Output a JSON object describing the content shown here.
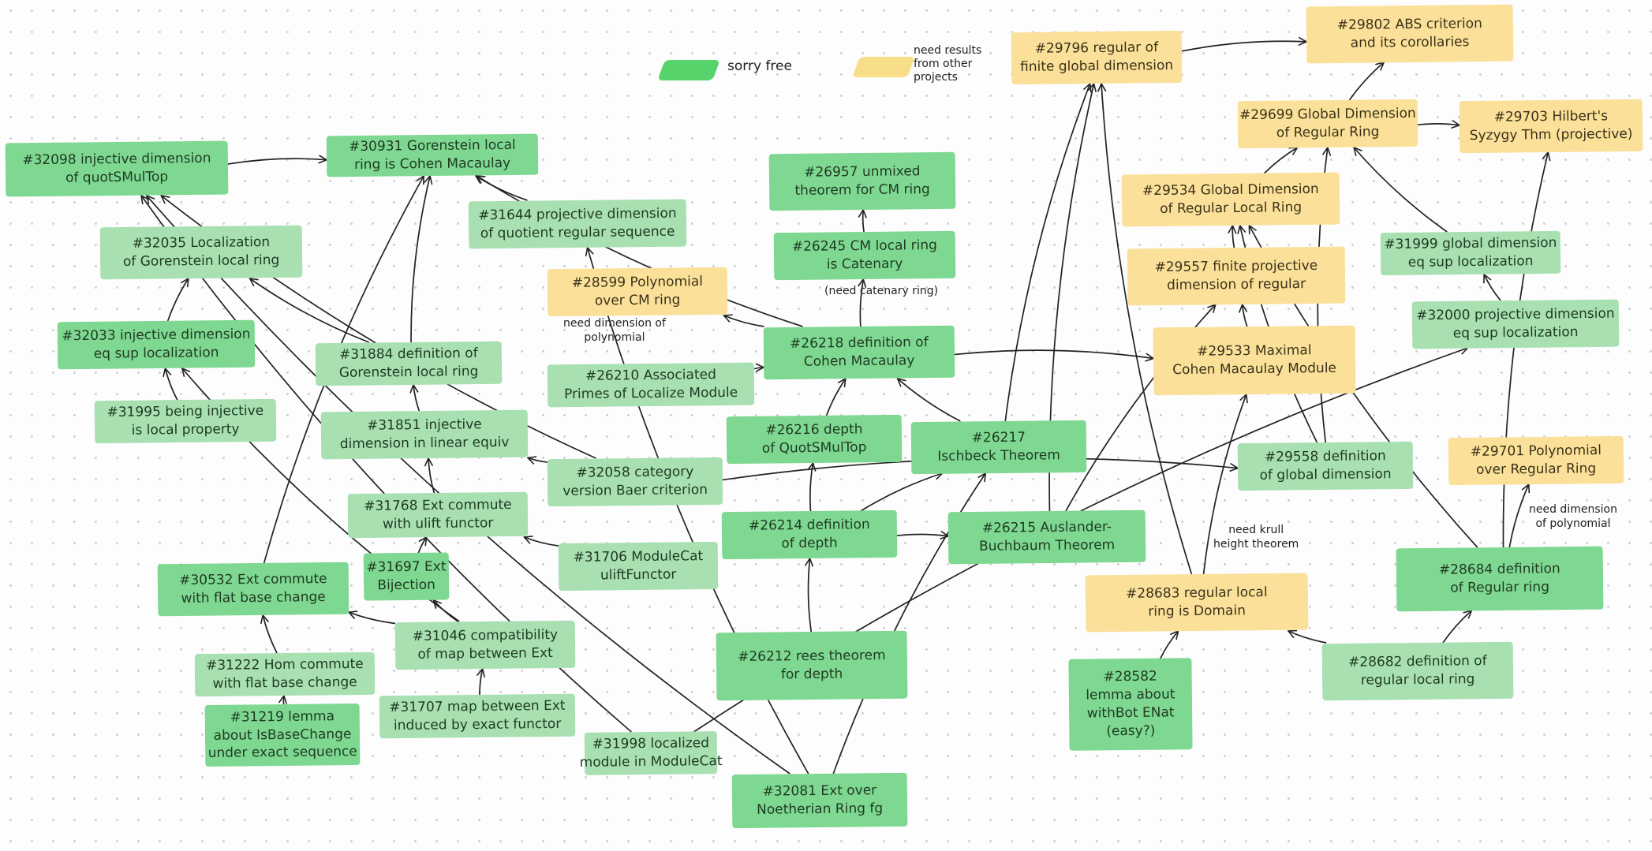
{
  "legend": {
    "sorry_free": {
      "label": "sorry free",
      "color": "#56d36a"
    },
    "need_results": {
      "label_lines": [
        "need results",
        "from other",
        "projects"
      ],
      "color": "#f8de88"
    }
  },
  "nodes": [
    {
      "id": "32098",
      "lines": [
        "#32098 injective dimension",
        "of quotSMulTop"
      ],
      "status": "green"
    },
    {
      "id": "30931",
      "lines": [
        "#30931 Gorenstein local",
        "ring is Cohen Macaulay"
      ],
      "status": "green"
    },
    {
      "id": "32035",
      "lines": [
        "#32035 Localization",
        "of Gorenstein local ring"
      ],
      "status": "light"
    },
    {
      "id": "31644",
      "lines": [
        "#31644 projective dimension",
        "of quotient regular sequence"
      ],
      "status": "light"
    },
    {
      "id": "32033",
      "lines": [
        "#32033 injective dimension",
        "eq sup localization"
      ],
      "status": "green"
    },
    {
      "id": "31884",
      "lines": [
        "#31884 definition of",
        "Gorenstein local ring"
      ],
      "status": "light"
    },
    {
      "id": "31995",
      "lines": [
        "#31995 being injective",
        "is local property"
      ],
      "status": "light"
    },
    {
      "id": "31851",
      "lines": [
        "#31851 injective",
        "dimension in linear equiv"
      ],
      "status": "light"
    },
    {
      "id": "31768",
      "lines": [
        "#31768 Ext commute",
        "with ulift functor"
      ],
      "status": "light"
    },
    {
      "id": "31697",
      "lines": [
        "#31697 Ext",
        "Bijection"
      ],
      "status": "green"
    },
    {
      "id": "30532",
      "lines": [
        "#30532 Ext commute",
        "with flat base change"
      ],
      "status": "green"
    },
    {
      "id": "31706",
      "lines": [
        "#31706 ModuleCat",
        "uliftFunctor"
      ],
      "status": "light"
    },
    {
      "id": "31046",
      "lines": [
        "#31046 compatibility",
        "of map between Ext"
      ],
      "status": "light"
    },
    {
      "id": "31222",
      "lines": [
        "#31222 Hom commute",
        "with flat base change"
      ],
      "status": "light"
    },
    {
      "id": "31219",
      "lines": [
        "#31219 lemma",
        "about IsBaseChange",
        "under exact sequence"
      ],
      "status": "green"
    },
    {
      "id": "31707",
      "lines": [
        "#31707 map between Ext",
        "induced by exact functor"
      ],
      "status": "light"
    },
    {
      "id": "31998",
      "lines": [
        "#31998 localized",
        "module in ModuleCat"
      ],
      "status": "light"
    },
    {
      "id": "32081",
      "lines": [
        "#32081 Ext over",
        "Noetherian Ring fg"
      ],
      "status": "green"
    },
    {
      "id": "28599",
      "lines": [
        "#28599 Polynomial",
        "over CM ring"
      ],
      "status": "yellow"
    },
    {
      "id": "26210",
      "lines": [
        "#26210 Associated",
        "Primes of Localize Module"
      ],
      "status": "light"
    },
    {
      "id": "32058",
      "lines": [
        "#32058 category",
        "version Baer criterion"
      ],
      "status": "light"
    },
    {
      "id": "26957",
      "lines": [
        "#26957 unmixed",
        "theorem for CM ring"
      ],
      "status": "green"
    },
    {
      "id": "26245",
      "lines": [
        "#26245 CM local ring",
        "is Catenary"
      ],
      "status": "green"
    },
    {
      "id": "26218",
      "lines": [
        "#26218 definition of",
        "Cohen Macaulay"
      ],
      "status": "green"
    },
    {
      "id": "26216",
      "lines": [
        "#26216 depth",
        "of QuotSMulTop"
      ],
      "status": "green"
    },
    {
      "id": "26217",
      "lines": [
        "#26217",
        "Ischbeck Theorem"
      ],
      "status": "green"
    },
    {
      "id": "26214",
      "lines": [
        "#26214 definition",
        "of depth"
      ],
      "status": "green"
    },
    {
      "id": "26215",
      "lines": [
        "#26215 Auslander-",
        "Buchbaum Theorem"
      ],
      "status": "green"
    },
    {
      "id": "26212",
      "lines": [
        "#26212 rees theorem",
        "for depth"
      ],
      "status": "green"
    },
    {
      "id": "29796",
      "lines": [
        "#29796 regular of",
        "finite global dimension"
      ],
      "status": "yellow"
    },
    {
      "id": "29802",
      "lines": [
        "#29802 ABS criterion",
        "and its corollaries"
      ],
      "status": "yellow"
    },
    {
      "id": "29699",
      "lines": [
        "#29699 Global Dimension",
        "of Regular Ring"
      ],
      "status": "yellow"
    },
    {
      "id": "29703",
      "lines": [
        "#29703 Hilbert's",
        "Syzygy Thm (projective)"
      ],
      "status": "yellow"
    },
    {
      "id": "29534",
      "lines": [
        "#29534 Global Dimension",
        "of Regular Local Ring"
      ],
      "status": "yellow"
    },
    {
      "id": "31999",
      "lines": [
        "#31999 global dimension",
        "eq sup localization"
      ],
      "status": "light"
    },
    {
      "id": "29557",
      "lines": [
        "#29557 finite projective",
        "dimension of regular"
      ],
      "status": "yellow"
    },
    {
      "id": "32000",
      "lines": [
        "#32000 projective dimension",
        "eq sup localization"
      ],
      "status": "light"
    },
    {
      "id": "29533",
      "lines": [
        "#29533 Maximal",
        "Cohen Macaulay Module"
      ],
      "status": "yellow"
    },
    {
      "id": "29558",
      "lines": [
        "#29558 definition",
        "of global dimension"
      ],
      "status": "light"
    },
    {
      "id": "29701",
      "lines": [
        "#29701 Polynomial",
        "over Regular Ring"
      ],
      "status": "yellow"
    },
    {
      "id": "28684",
      "lines": [
        "#28684 definition",
        "of Regular ring"
      ],
      "status": "green"
    },
    {
      "id": "28683",
      "lines": [
        "#28683 regular local",
        "ring is Domain"
      ],
      "status": "yellow"
    },
    {
      "id": "28582",
      "lines": [
        "#28582",
        "lemma about",
        "withBot ENat",
        "(easy?)"
      ],
      "status": "green"
    },
    {
      "id": "28682",
      "lines": [
        "#28682 definition of",
        "regular local ring"
      ],
      "status": "light"
    }
  ],
  "notes": [
    {
      "id": "note-28599",
      "lines": [
        "need dimension of",
        "polynomial"
      ]
    },
    {
      "id": "note-26245",
      "lines": [
        "(need catenary ring)"
      ]
    },
    {
      "id": "note-29701",
      "lines": [
        "need dimension",
        "of polynomial"
      ]
    },
    {
      "id": "note-28683",
      "lines": [
        "need krull",
        "height theorem"
      ]
    }
  ],
  "edges": [
    [
      "32098",
      "30931"
    ],
    [
      "32058",
      "32098"
    ],
    [
      "31644",
      "30931"
    ],
    [
      "31884",
      "30931"
    ],
    [
      "30532",
      "30931"
    ],
    [
      "32033",
      "32035"
    ],
    [
      "31884",
      "32035"
    ],
    [
      "31995",
      "32033"
    ],
    [
      "31851",
      "31884"
    ],
    [
      "32058",
      "31851"
    ],
    [
      "31768",
      "31851"
    ],
    [
      "31697",
      "31768"
    ],
    [
      "31706",
      "31768"
    ],
    [
      "31046",
      "31697"
    ],
    [
      "31046",
      "30532"
    ],
    [
      "31222",
      "30532"
    ],
    [
      "31219",
      "31222"
    ],
    [
      "31707",
      "31046"
    ],
    [
      "26218",
      "30931"
    ],
    [
      "32081",
      "31644"
    ],
    [
      "31998",
      "32098"
    ],
    [
      "32081",
      "32098"
    ],
    [
      "31046",
      "32033"
    ],
    [
      "26218",
      "28599"
    ],
    [
      "26210",
      "26218"
    ],
    [
      "26218",
      "26245"
    ],
    [
      "26245",
      "26957"
    ],
    [
      "26216",
      "26218"
    ],
    [
      "26217",
      "26218"
    ],
    [
      "26214",
      "26216"
    ],
    [
      "26214",
      "26217"
    ],
    [
      "26214",
      "26215"
    ],
    [
      "26212",
      "26214"
    ],
    [
      "32081",
      "26217"
    ],
    [
      "32058",
      "29558"
    ],
    [
      "26218",
      "29533"
    ],
    [
      "29796",
      "29802"
    ],
    [
      "29699",
      "29802"
    ],
    [
      "29699",
      "29703"
    ],
    [
      "29534",
      "29699"
    ],
    [
      "29557",
      "29534"
    ],
    [
      "29533",
      "29557"
    ],
    [
      "31999",
      "29699"
    ],
    [
      "32000",
      "31999"
    ],
    [
      "29558",
      "29699"
    ],
    [
      "29558",
      "29534"
    ],
    [
      "26217",
      "29796"
    ],
    [
      "26215",
      "29796"
    ],
    [
      "28683",
      "29796"
    ],
    [
      "28683",
      "29533"
    ],
    [
      "26215",
      "29557"
    ],
    [
      "28582",
      "28683"
    ],
    [
      "28682",
      "28683"
    ],
    [
      "28682",
      "28684"
    ],
    [
      "28684",
      "29701"
    ],
    [
      "28684",
      "29703"
    ],
    [
      "28684",
      "29534"
    ],
    [
      "31998",
      "32000"
    ]
  ]
}
